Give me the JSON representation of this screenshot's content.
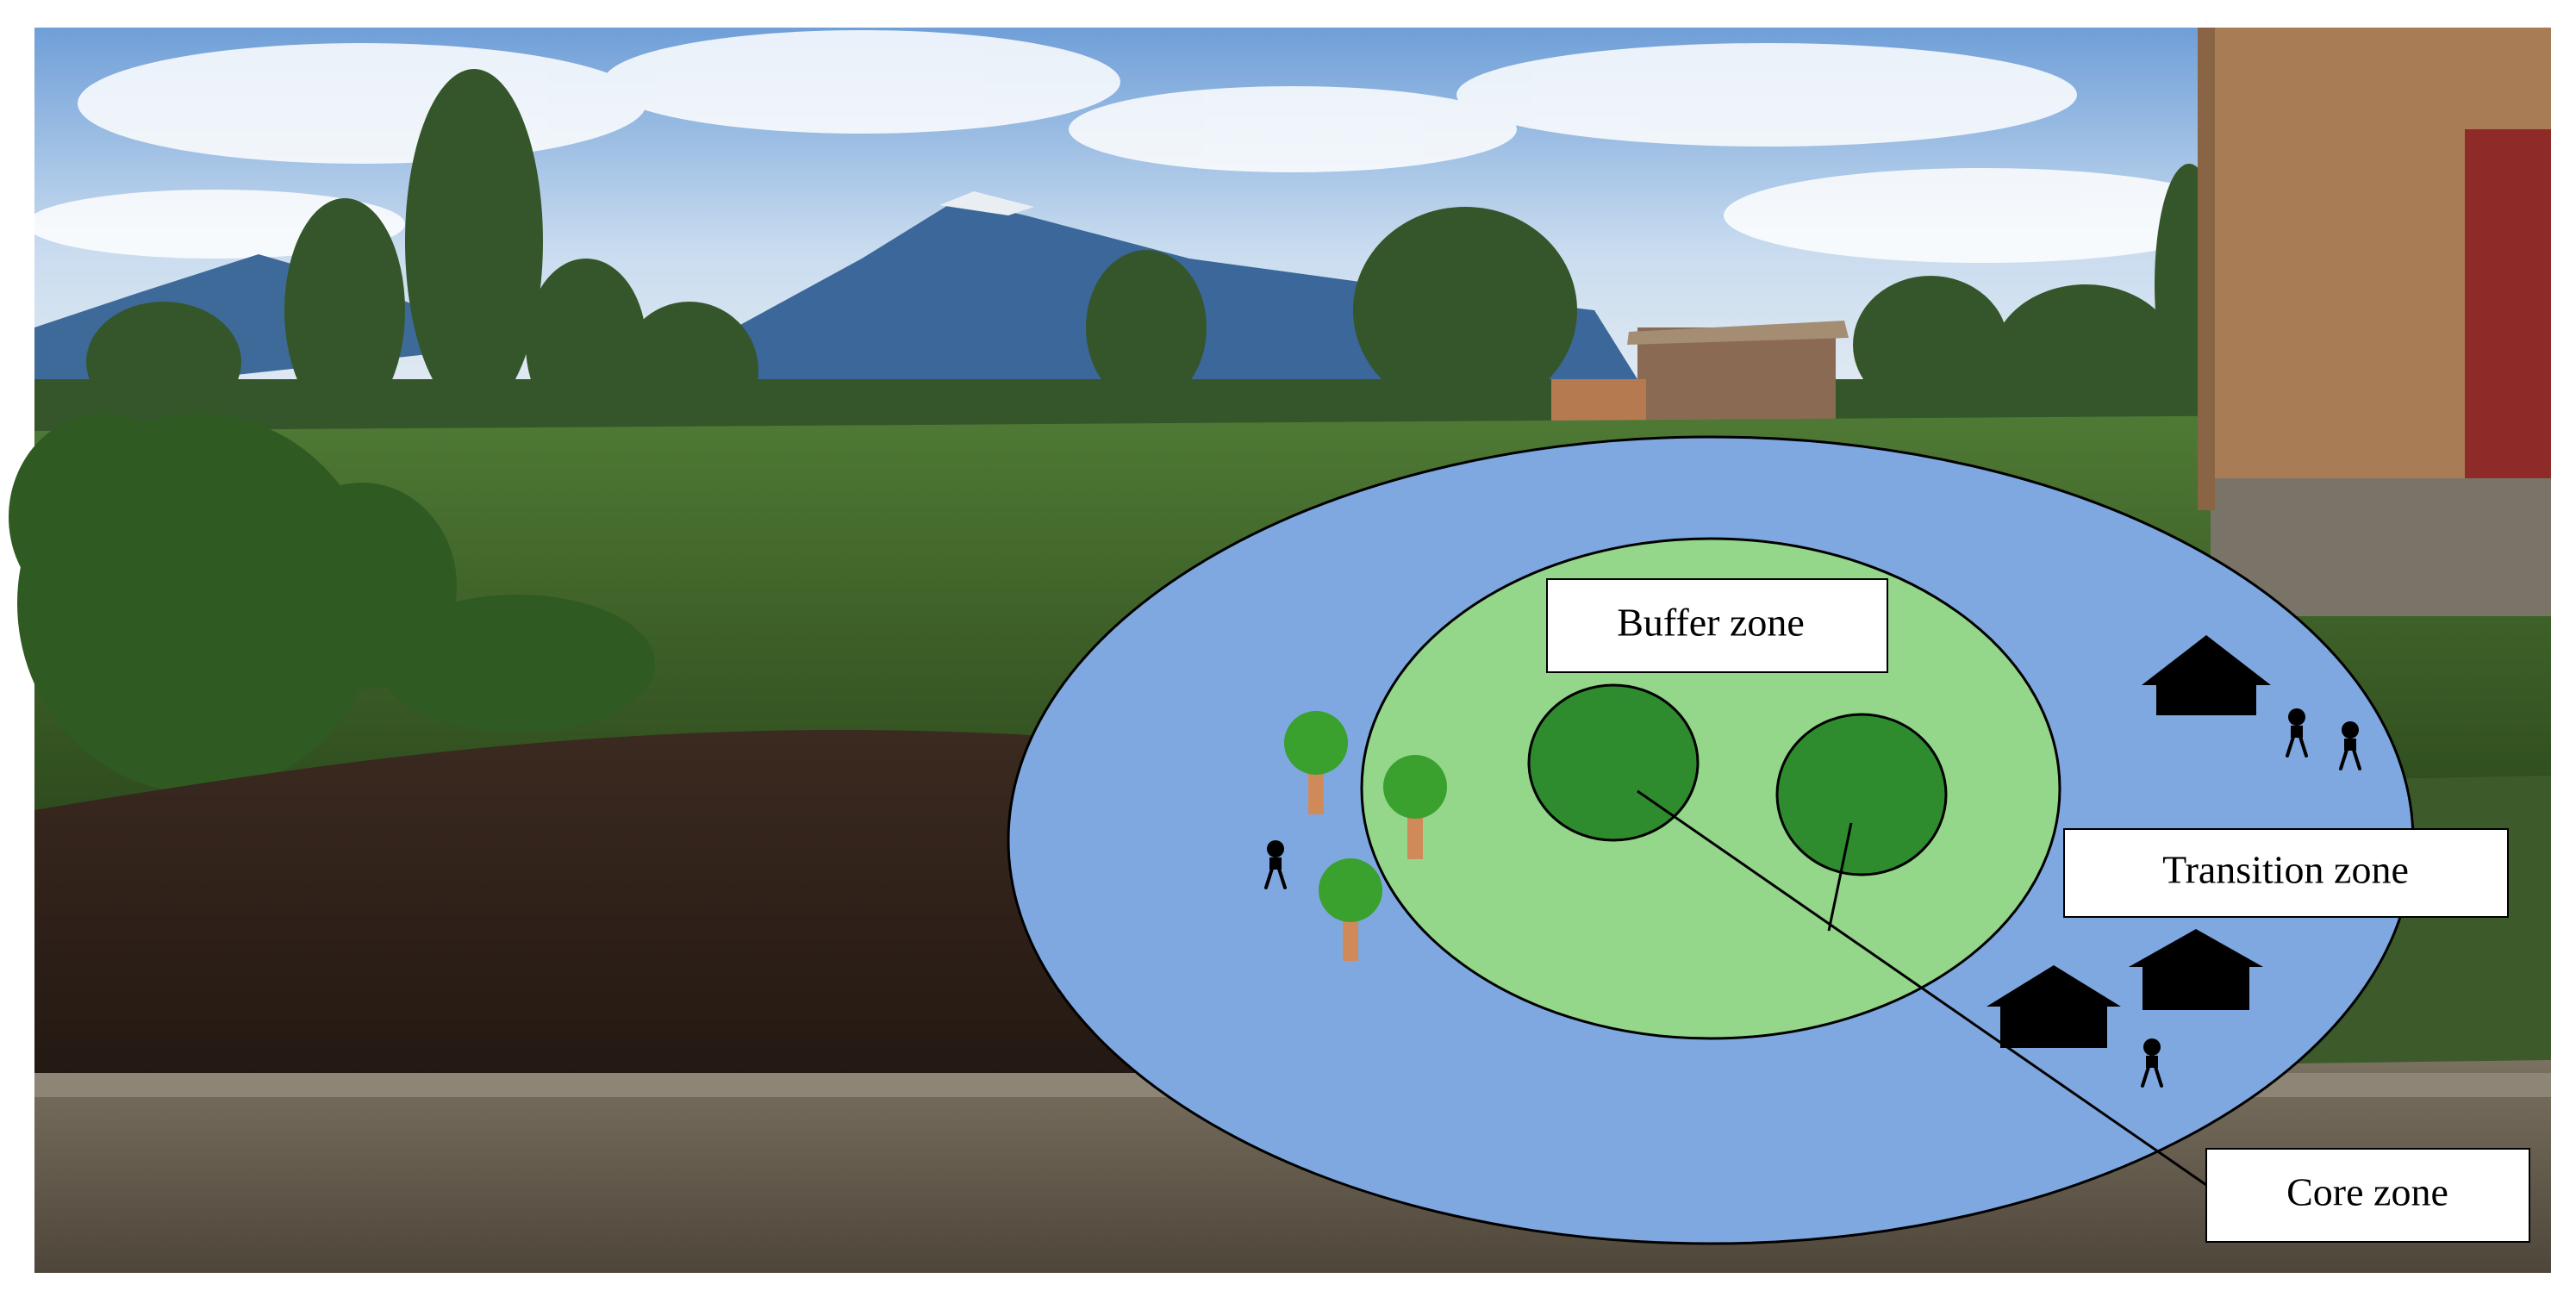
{
  "diagram": {
    "labels": {
      "buffer_zone": "Buffer zone",
      "transition_zone": "Transition zone",
      "core_zone": "Core zone"
    },
    "colors": {
      "transition_zone_fill": "#7fa8e0",
      "buffer_zone_fill": "#94d68a",
      "core_zone_fill": "#2e8b2e",
      "tree_crown": "#3aa02e",
      "tree_trunk": "#d08a5a",
      "house": "#000000",
      "person": "#000000",
      "label_box": "#ffffff"
    },
    "icons": {
      "trees": [
        "tree-icon",
        "tree-icon",
        "tree-icon"
      ],
      "houses": [
        "house-icon",
        "house-icon",
        "house-icon"
      ],
      "people": [
        "person-icon",
        "person-icon",
        "person-icon",
        "person-icon"
      ]
    }
  }
}
